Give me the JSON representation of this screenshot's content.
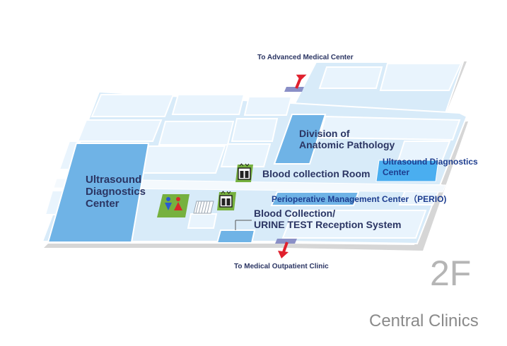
{
  "floor": "2F",
  "building": "Central Clinics",
  "exits": {
    "north": "To Advanced Medical Center",
    "south": "To Medical Outpatient Clinic"
  },
  "rooms": {
    "ultrasound_left": [
      "Ultrasound",
      "Diagnostics",
      "Center"
    ],
    "pathology": [
      "Division of",
      "Anatomic Pathology"
    ],
    "ultrasound_right": [
      "Ultrasound Diagnostics",
      "Center"
    ],
    "blood_room": "Blood collection Room",
    "perio": "Perioperative Management Center（PERIO)",
    "blood_reception": [
      "Blood Collection/",
      "URINE TEST Reception System"
    ]
  },
  "icons": [
    "elevator-icon",
    "restroom-icon",
    "stairs-icon",
    "exit-arrow-icon"
  ],
  "colors": {
    "floor_fill": "#d8ebf9",
    "floor_edge": "#ffffff",
    "room_fill": "#e9f4fd",
    "highlight": "#6fb3e6",
    "highlight_bright": "#4aaef0",
    "green": "#76b13f",
    "arrow": "#e0202d",
    "connector": "#8a8fc7",
    "shadow": "#d6d6d6"
  }
}
